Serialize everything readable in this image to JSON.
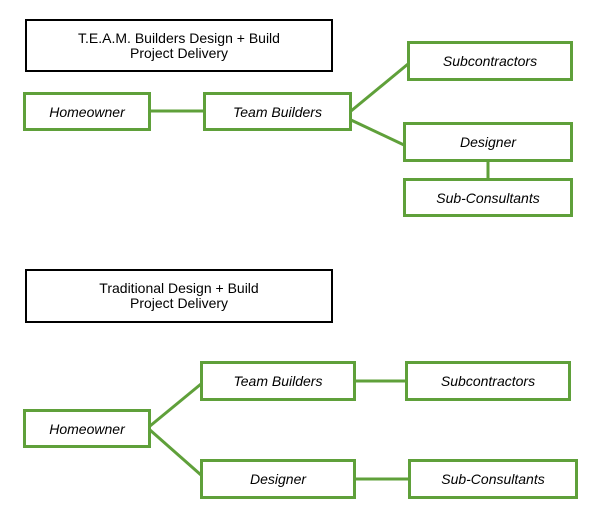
{
  "colors": {
    "node_border": "#5fa03a",
    "connector": "#5fa03a",
    "title_border": "#000000",
    "background": "#ffffff",
    "text": "#000000"
  },
  "team_section": {
    "title_line1": "T.E.A.M. Builders Design + Build",
    "title_line2": "Project Delivery",
    "nodes": {
      "homeowner": "Homeowner",
      "team_builders": "Team Builders",
      "subcontractors": "Subcontractors",
      "designer": "Designer",
      "sub_consultants": "Sub-Consultants"
    }
  },
  "traditional_section": {
    "title_line1": "Traditional Design + Build",
    "title_line2": "Project Delivery",
    "nodes": {
      "homeowner": "Homeowner",
      "team_builders": "Team Builders",
      "subcontractors": "Subcontractors",
      "designer": "Designer",
      "sub_consultants": "Sub-Consultants"
    }
  }
}
